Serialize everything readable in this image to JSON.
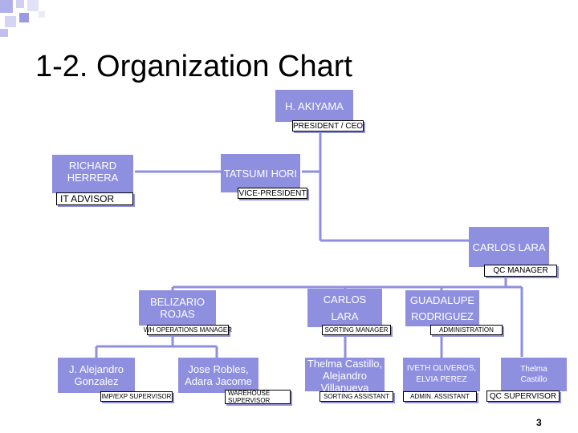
{
  "slide": {
    "title": "1-2. Organization Chart",
    "page_number": "3"
  },
  "colors": {
    "box_fill": "#8f8fe0",
    "line": "#8f8fe0",
    "tag_border": "#000000"
  },
  "org": {
    "ceo": {
      "name": "H. AKIYAMA",
      "role": "PRESIDENT / CEO"
    },
    "vp": {
      "name": "TATSUMI HORI",
      "role": "VICE-PRESIDENT"
    },
    "it": {
      "name": "RICHARD HERRERA",
      "role": "IT  ADVISOR"
    },
    "qc": {
      "name": "CARLOS LARA",
      "role": "QC MANAGER"
    },
    "wh_ops": {
      "name": "BELIZARIO ROJAS",
      "role": "WH OPERATIONS MANAGER"
    },
    "sorting": {
      "name_line1": "CARLOS",
      "name_line2": "LARA",
      "role": "SORTING MANAGER"
    },
    "admin": {
      "name": "GUADALUPE RODRIGUEZ",
      "role": "ADMINISTRATION"
    },
    "impexp": {
      "name": "J. Alejandro Gonzalez",
      "role": "IMP/EXP SUPERVISOR"
    },
    "warehouse": {
      "name": "Jose Robles, Adara Jacome",
      "role": "WAREHOUSE SUPERVISOR"
    },
    "sorting_asst": {
      "name": "Thelma Castillo, Alejandro Villanueva",
      "role": "SORTING ASSISTANT"
    },
    "admin_asst": {
      "name": "IVETH OLIVEROS, ELVIA PEREZ",
      "role": "ADMIN. ASSISTANT"
    },
    "qc_sup": {
      "name": "Thelma Castillo",
      "role": "QC SUPERVISOR"
    }
  }
}
